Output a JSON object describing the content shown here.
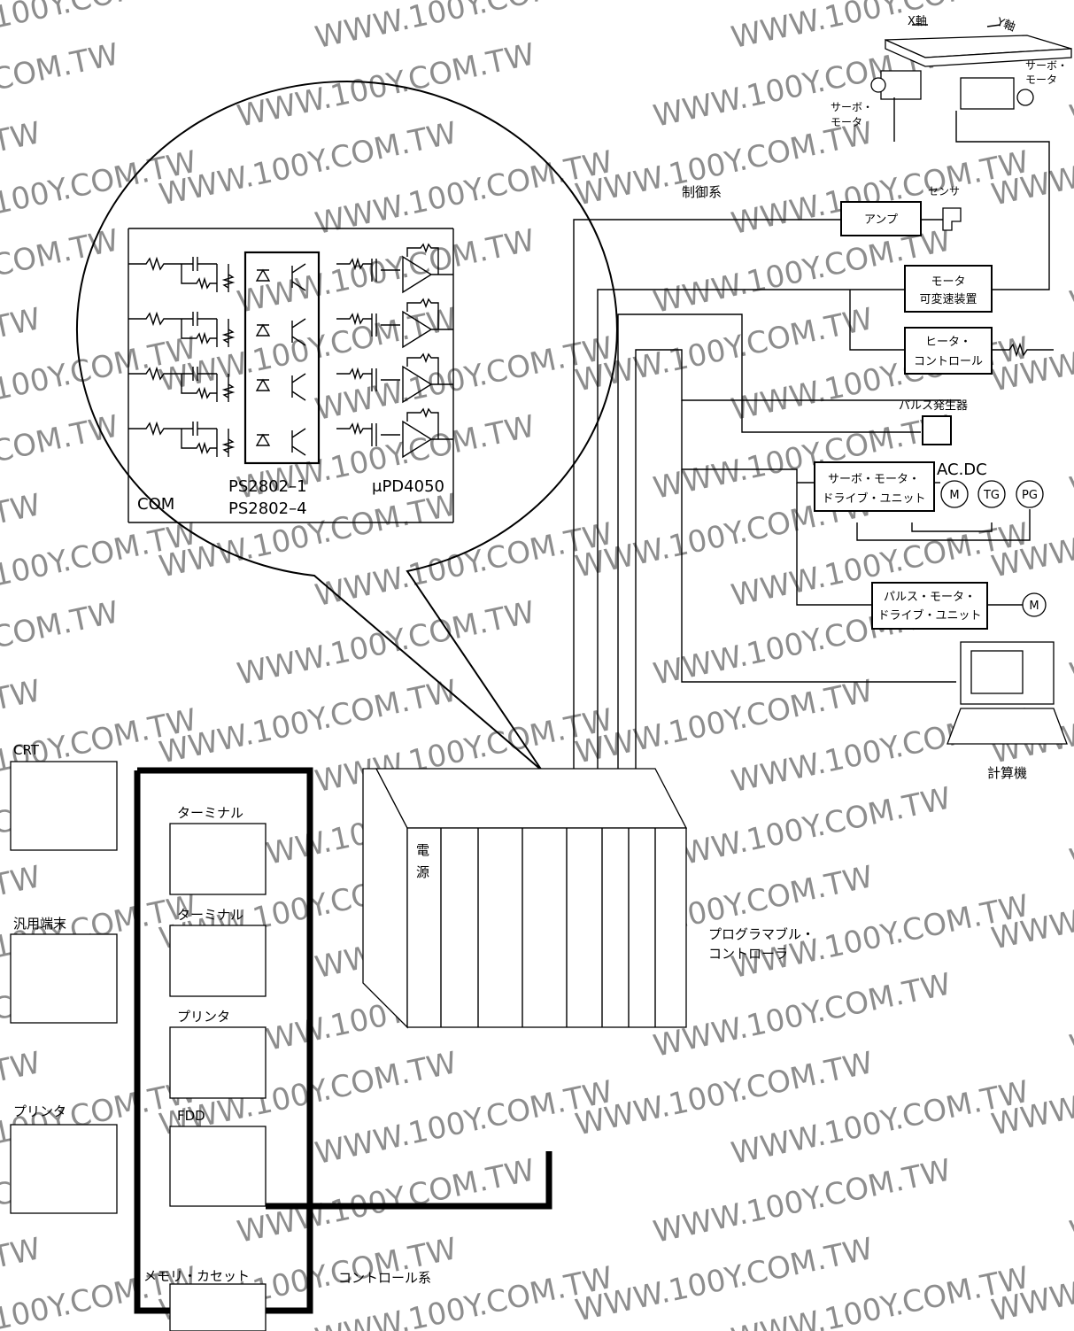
{
  "control_system": {
    "label": "制御系",
    "xy_table": {
      "x_axis": "X軸",
      "y_axis": "Y軸",
      "servo_right": [
        "サーボ・",
        "モータ"
      ],
      "servo_left": [
        "サーボ・",
        "モータ"
      ]
    },
    "amp": "アンプ",
    "sensor": "センサ",
    "motor_controller": [
      "モータ",
      "可変速装置"
    ],
    "heater_controller": [
      "ヒータ・",
      "コントロール"
    ],
    "pulse_generator": "パルス発生器",
    "servo_drive": [
      "サーボ・モータ・",
      "ドライブ・ユニット"
    ],
    "servo_chain": {
      "label": "AC.DC",
      "motor": "M",
      "tacho": "TG",
      "pulse": "PG"
    },
    "pulse_drive": [
      "パルス・モータ・",
      "ドライブ・ユニット"
    ],
    "pulse_motor": "M",
    "computer": "計算機"
  },
  "circuit": {
    "com": "COM",
    "coupler": [
      "PS2802–1",
      "PS2802–4"
    ],
    "driver": "μPD4050"
  },
  "plc": {
    "power": [
      "電",
      "源"
    ],
    "label": [
      "プログラマブル・",
      "コントローラ"
    ]
  },
  "control_loop": {
    "label": "コントロール系",
    "left_devices": [
      "CRT",
      "汎用端末",
      "プリンタ"
    ],
    "right_devices": [
      "ターミナル",
      "ターミナル",
      "プリンタ",
      "FDD",
      "メモリ・カセット"
    ]
  },
  "watermark": "WWW.100Y.COM.TW"
}
